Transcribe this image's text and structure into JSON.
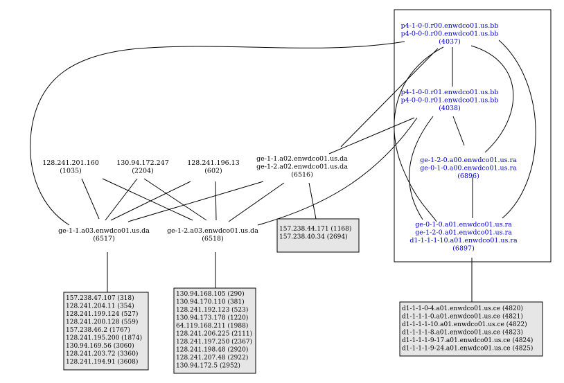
{
  "nodes": {
    "r00": {
      "lines": [
        "p4-1-0-0.r00.enwdco01.us.bb",
        "p4-0-0-0.r00.enwdco01.us.bb",
        "(4037)"
      ]
    },
    "r01": {
      "lines": [
        "p4-1-0-0.r01.enwdco01.us.bb",
        "p4-0-0-0.r01.enwdco01.us.bb",
        "(4038)"
      ]
    },
    "a00": {
      "lines": [
        "ge-1-2-0.a00.enwdco01.us.ra",
        "ge-0-1-0.a00.enwdco01.us.ra",
        "(6896)"
      ]
    },
    "a01": {
      "lines": [
        "ge-0-1-0.a01.enwdco01.us.ra",
        "ge-1-2-0.a01.enwdco01.us.ra",
        "d1-1-1-1-10.a01.enwdco01.us.ra",
        "(6897)"
      ]
    },
    "ip160": {
      "lines": [
        "128.241.201.160",
        "(1035)"
      ]
    },
    "ip247": {
      "lines": [
        "130.94.172.247",
        "(2204)"
      ]
    },
    "ip13": {
      "lines": [
        "128.241.196.13",
        "(602)"
      ]
    },
    "a02": {
      "lines": [
        "ge-1-1.a02.enwdco01.us.da",
        "ge-1-2.a02.enwdco01.us.da",
        "(6516)"
      ]
    },
    "a03_1": {
      "lines": [
        "ge-1-1.a03.enwdco01.us.da",
        "(6517)"
      ]
    },
    "a03_2": {
      "lines": [
        "ge-1-2.a03.enwdco01.us.da",
        "(6518)"
      ]
    }
  },
  "boxes": {
    "box_a02": [
      "157.238.44.171 (1168)",
      "157.238.40.34 (2694)"
    ],
    "box_a03_1": [
      "157.238.47.107 (318)",
      "128.241.204.11 (354)",
      "128.241.199.124 (527)",
      "128.241.200.128 (559)",
      "157.238.46.2 (1767)",
      "128.241.195.200 (1874)",
      "130.94.169.56 (3060)",
      "128.241.203.72 (3360)",
      "128.241.194.91 (3608)"
    ],
    "box_a03_2": [
      "130.94.168.105 (290)",
      "130.94.170.110 (381)",
      "128.241.192.123 (523)",
      "130.94.173.178 (1220)",
      "64.119.168.211 (1988)",
      "128.241.206.225 (2111)",
      "128.241.197.250 (2367)",
      "128.241.198.48 (2920)",
      "128.241.207.48 (2922)",
      "130.94.172.5 (2952)"
    ],
    "box_a01": [
      "d1-1-1-0-4.a01.enwdco01.us.ce (4820)",
      "d1-1-1-1-0.a01.enwdco01.us.ce (4821)",
      "d1-1-1-1-10.a01.enwdco01.us.ce (4822)",
      "d1-1-1-1-8.a01.enwdco01.us.ce (4823)",
      "d1-1-1-1-9-17.a01.enwdco01.us.ce (4824)",
      "d1-1-1-1-9-24.a01.enwdco01.us.ce (4825)"
    ]
  },
  "colors": {
    "internal_node": "#0000cc",
    "external_node": "#000000",
    "box_fill": "#e6e6e6"
  }
}
